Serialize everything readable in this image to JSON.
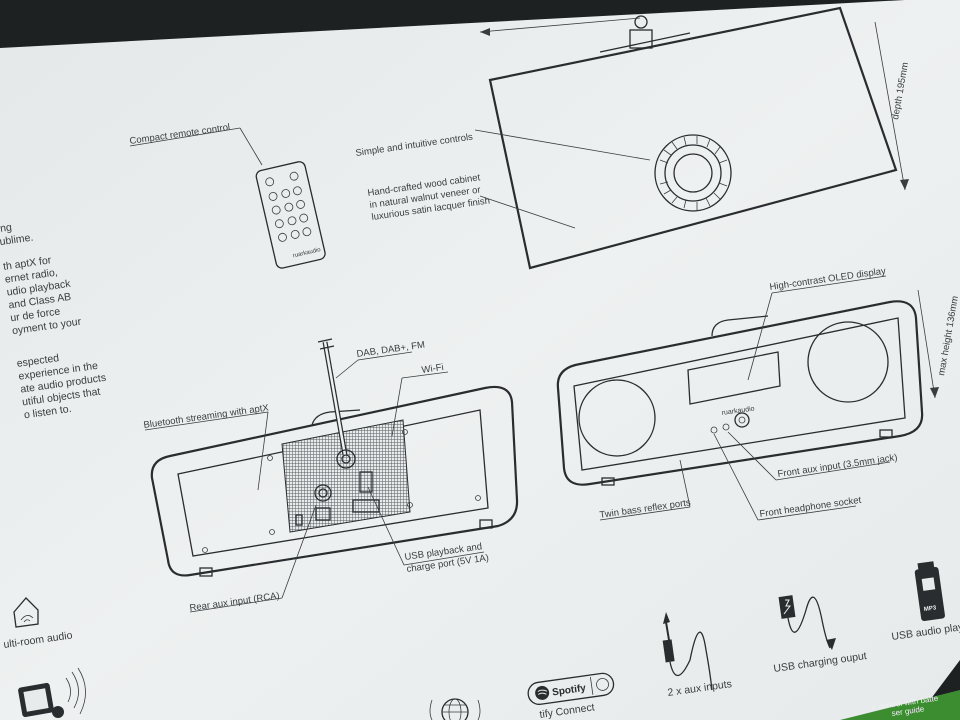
{
  "labels": {
    "compact_remote": "Compact remote control",
    "simple_controls": "Simple and intuitive controls",
    "cabinet_line1": "Hand-crafted wood cabinet",
    "cabinet_line2": "in natural walnut veneer or",
    "cabinet_line3": "luxurious satin lacquer finish",
    "depth": "depth 195mm",
    "oled": "High-contrast OLED display",
    "max_height": "max height 136mm",
    "dab": "DAB, DAB+, FM",
    "wifi": "Wi-Fi",
    "bluetooth": "Bluetooth streaming with aptX",
    "front_aux": "Front aux input (3.5mm jack)",
    "front_headphone": "Front headphone socket",
    "twin_bass": "Twin bass reflex ports",
    "usb_line1": "USB playback and",
    "usb_line2": "charge port (5V 1A)",
    "rear_aux": "Rear aux input (RCA)",
    "brand": "ruarkaudio",
    "remote_brand": "ruarkaudio"
  },
  "features": {
    "two_aux": "2 x aux inputs",
    "usb_charging": "USB charging ouput",
    "usb_audio": "USB audio play",
    "multi_room": "ulti-room audio",
    "spotify_connect": "tify Connect",
    "spotify_logo": "Spotify",
    "mp3": "MP3"
  },
  "side_text": [
    "ing",
    "ublime.",
    "th aptX for",
    "ernet radio,",
    "udio playback",
    "and Class AB",
    "ur de force",
    "oyment to your",
    "espected",
    "experience in the",
    "ate audio products",
    "utiful objects that",
    "o listen to."
  ],
  "bottom_right_text": [
    "e control with batte",
    "ser guide"
  ],
  "colors": {
    "panel": "#eef1f1",
    "line": "#2a2d30",
    "dark_bg": "#1e2122",
    "green_strip": "#3c8d2f"
  },
  "icons": [
    "remote-icon",
    "home-icon",
    "phone-bluetooth-icon",
    "globe-icon",
    "spotify-icon",
    "aux-cable-icon",
    "usb-cable-icon",
    "usb-stick-icon"
  ]
}
